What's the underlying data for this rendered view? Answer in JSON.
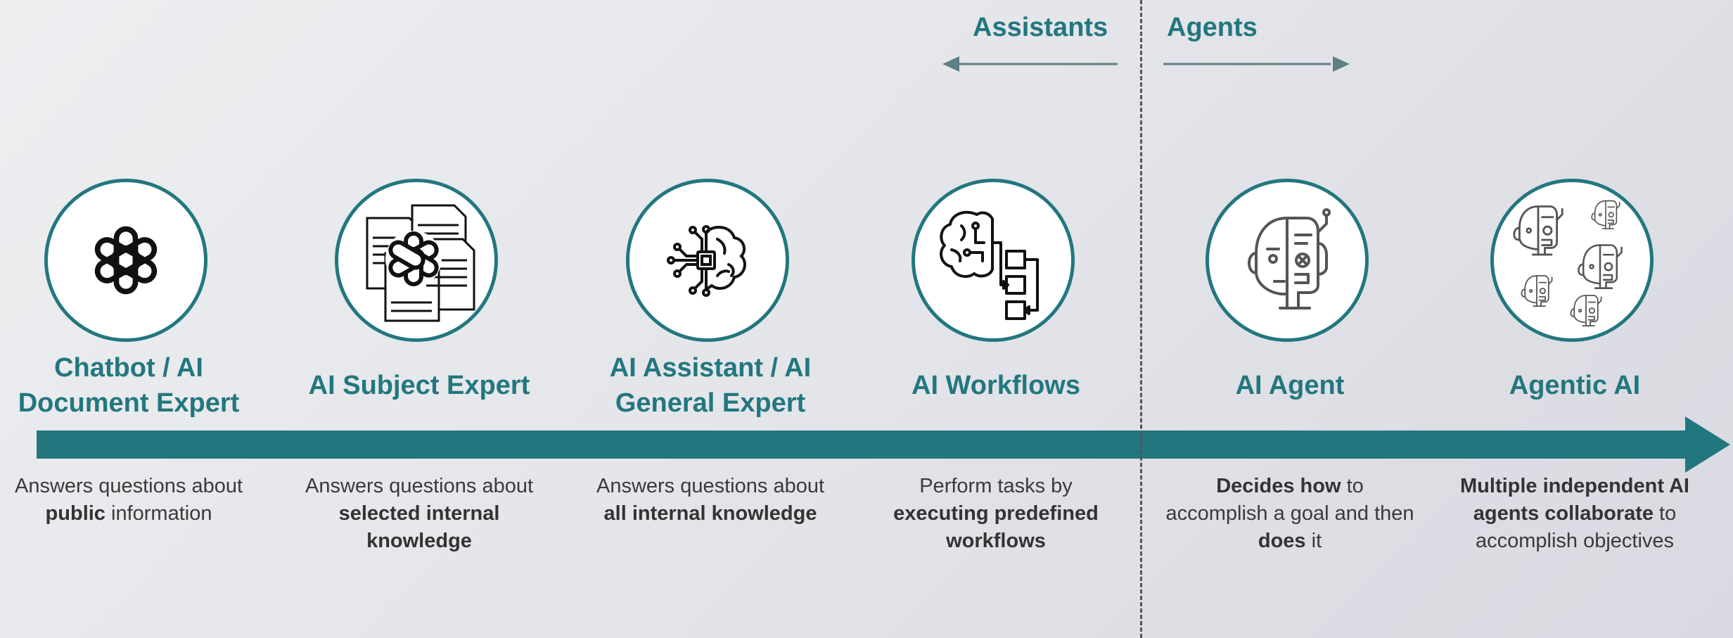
{
  "legend": {
    "assistants_label": "Assistants",
    "agents_label": "Agents"
  },
  "colors": {
    "accent": "#22777f",
    "arrow": "#5f7f86",
    "divider": "#555555",
    "text": "#3a3a3a"
  },
  "stages": [
    {
      "title": "Chatbot / AI Document Expert",
      "icon": "openai-logo-icon",
      "desc": [
        {
          "text": "Answers questions about ",
          "bold": false
        },
        {
          "text": "public",
          "bold": true
        },
        {
          "text": " information",
          "bold": false
        }
      ]
    },
    {
      "title": "AI Subject Expert",
      "icon": "documents-openai-icon",
      "desc": [
        {
          "text": "Answers questions about ",
          "bold": false
        },
        {
          "text": "selected internal knowledge",
          "bold": true
        }
      ]
    },
    {
      "title": "AI Assistant / AI General Expert",
      "icon": "brain-circuit-icon",
      "desc": [
        {
          "text": "Answers questions about ",
          "bold": false
        },
        {
          "text": "all internal knowledge",
          "bold": true
        }
      ]
    },
    {
      "title": "AI Workflows",
      "icon": "brain-workflow-icon",
      "desc": [
        {
          "text": "Perform tasks by ",
          "bold": false
        },
        {
          "text": "executing predefined workflows",
          "bold": true
        }
      ]
    },
    {
      "title": "AI Agent",
      "icon": "robot-head-icon",
      "desc": [
        {
          "text": "Decides how",
          "bold": true
        },
        {
          "text": " to accomplish a goal and then ",
          "bold": false
        },
        {
          "text": "does",
          "bold": true
        },
        {
          "text": " it",
          "bold": false
        }
      ]
    },
    {
      "title": "Agentic AI",
      "icon": "multiple-robots-icon",
      "desc": [
        {
          "text": "Multiple independent AI agents collaborate",
          "bold": true
        },
        {
          "text": " to accomplish objectives",
          "bold": false
        }
      ]
    }
  ]
}
